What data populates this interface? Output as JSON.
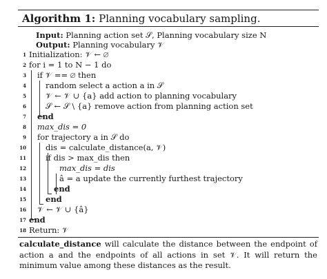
{
  "algorithm": {
    "title_label": "Algorithm 1:",
    "title_text": "Planning vocabulary sampling.",
    "input_label": "Input:",
    "input_text": "Planning action set 𝒮, Planning vocabulary size N",
    "output_label": "Output:",
    "output_text": "Planning vocabulary 𝒱",
    "lines": [
      {
        "num": "1",
        "text": "Initialization: 𝒱 ← ∅"
      },
      {
        "num": "2",
        "text": "for i = 1 to N − 1 do"
      },
      {
        "num": "3",
        "text": "if 𝒱 == ∅ then"
      },
      {
        "num": "4",
        "text": "random select a action a in 𝒮"
      },
      {
        "num": "5",
        "text": "𝒱 ← 𝒱 ∪ {a} add action to planning vocabulary"
      },
      {
        "num": "6",
        "text": "𝒮 ← 𝒮 \\ {a} remove action from planning action set"
      },
      {
        "num": "7",
        "text": "end"
      },
      {
        "num": "8",
        "text": "max_dis = 0"
      },
      {
        "num": "9",
        "text": "for trajectory a in 𝒮 do"
      },
      {
        "num": "10",
        "text": "dis = calculate_distance(a, 𝒱)"
      },
      {
        "num": "11",
        "text": "if dis > max_dis then"
      },
      {
        "num": "12",
        "text": "max_dis = dis"
      },
      {
        "num": "13",
        "text": "â = a update the currently furthest trajectory"
      },
      {
        "num": "14",
        "text": "end"
      },
      {
        "num": "15",
        "text": "end"
      },
      {
        "num": "16",
        "text": "𝒱 ← 𝒱 ∪ {â}"
      },
      {
        "num": "17",
        "text": "end"
      },
      {
        "num": "18",
        "text": "Return: 𝒱"
      }
    ]
  },
  "description": {
    "function_name": "calculate_distance",
    "text": " will calculate the distance between the endpoint of action a and the endpoints of all actions in set 𝒱. It will return the minimum value among these distances as the result."
  }
}
